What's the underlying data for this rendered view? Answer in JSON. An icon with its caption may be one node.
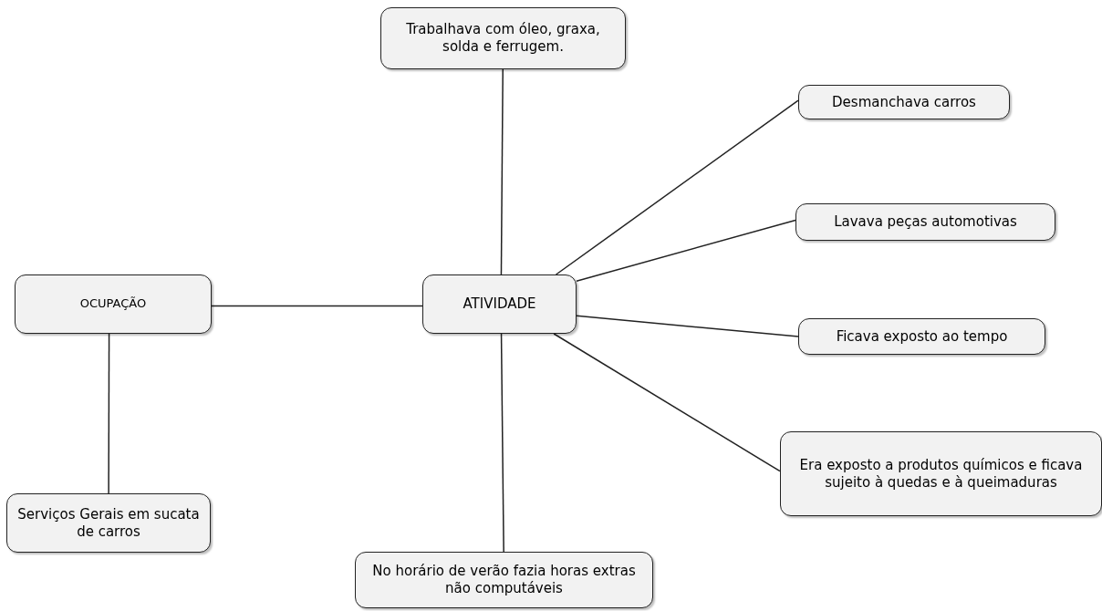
{
  "diagram": {
    "nodes": [
      {
        "text": [
          "OCUPAÇÃO"
        ]
      },
      {
        "text": [
          "ATIVIDADE"
        ]
      },
      {
        "text": [
          "Trabalhava com óleo, graxa, solda e ferrugem."
        ]
      },
      {
        "text": [
          "Desmanchava carros"
        ]
      },
      {
        "text": [
          "Lavava peças automotivas"
        ]
      },
      {
        "text": [
          "Ficava exposto ao tempo"
        ]
      },
      {
        "text": [
          "Era exposto a produtos químicos e ficava sujeito à quedas e à queimaduras"
        ]
      },
      {
        "text": [
          "Serviços Gerais em sucata de carros"
        ]
      },
      {
        "text": [
          "No horário de verão fazia horas extras não computáveis"
        ]
      }
    ],
    "edges": [
      {
        "from": 0,
        "to": 1,
        "arrow": "none"
      },
      {
        "from": 0,
        "to": 7,
        "arrow": "none"
      },
      {
        "from": 1,
        "to": 2,
        "arrow": "none"
      },
      {
        "from": 1,
        "to": 3,
        "arrow": "none"
      },
      {
        "from": 1,
        "to": 4,
        "arrow": "none"
      },
      {
        "from": 1,
        "to": 5,
        "arrow": "none"
      },
      {
        "from": 1,
        "to": 6,
        "arrow": "none"
      },
      {
        "from": 1,
        "to": 8,
        "arrow": "none"
      }
    ]
  }
}
